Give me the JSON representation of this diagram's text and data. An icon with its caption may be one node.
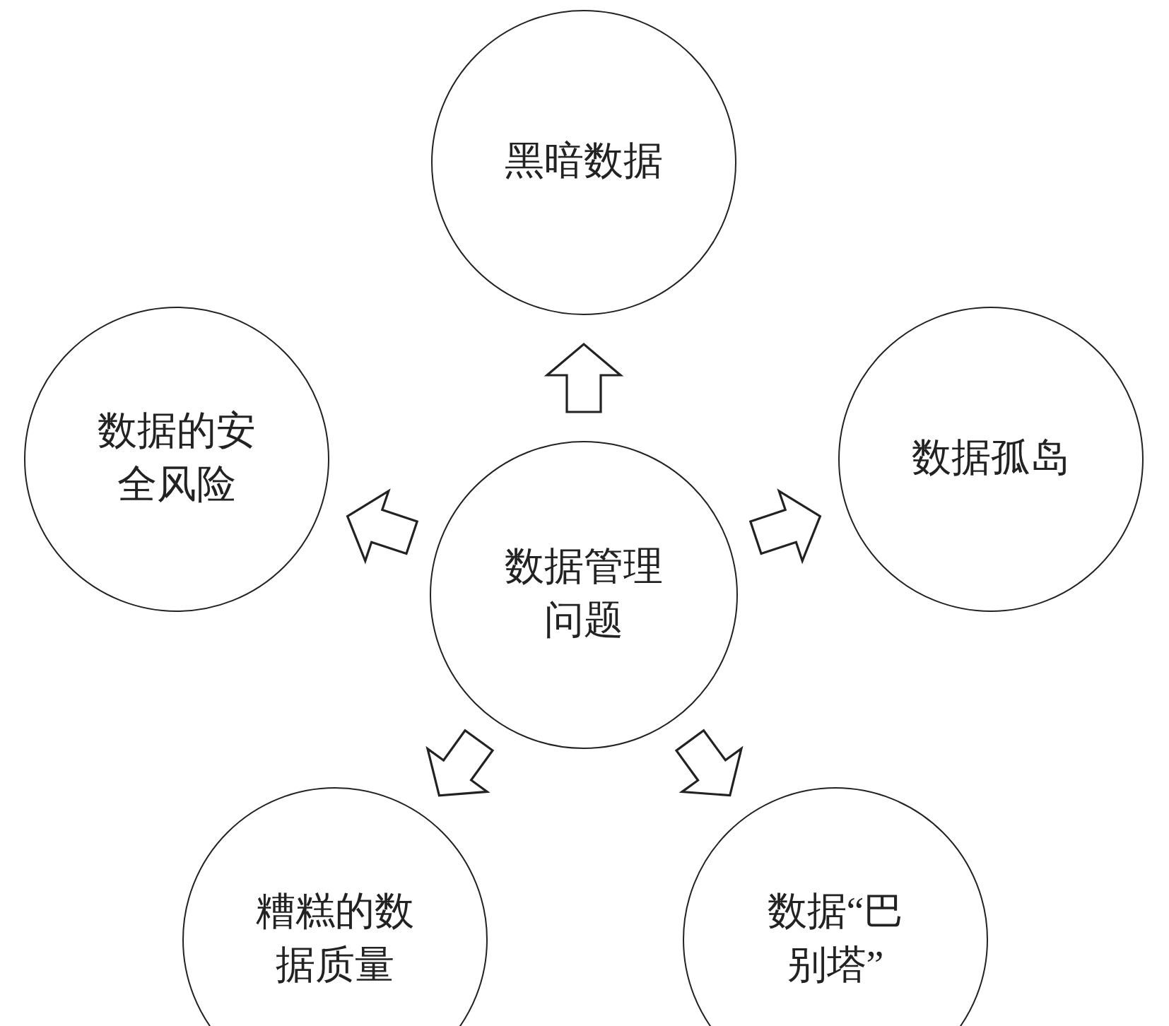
{
  "diagram": {
    "nodes": [
      {
        "text": [
          "黑暗数据"
        ]
      },
      {
        "text": [
          "数据的安全风险"
        ]
      },
      {
        "text": [
          "数据孤岛"
        ]
      },
      {
        "text": [
          "数据管理问题"
        ]
      },
      {
        "text": [
          "糟糕的数据质量"
        ]
      },
      {
        "text": [
          "数据“巴别塔”"
        ]
      }
    ],
    "edges": [
      {
        "from": 3,
        "to": 0,
        "arrow": "to"
      },
      {
        "from": 3,
        "to": 1,
        "arrow": "to"
      },
      {
        "from": 3,
        "to": 2,
        "arrow": "to"
      },
      {
        "from": 3,
        "to": 4,
        "arrow": "to"
      },
      {
        "from": 3,
        "to": 5,
        "arrow": "to"
      }
    ]
  }
}
